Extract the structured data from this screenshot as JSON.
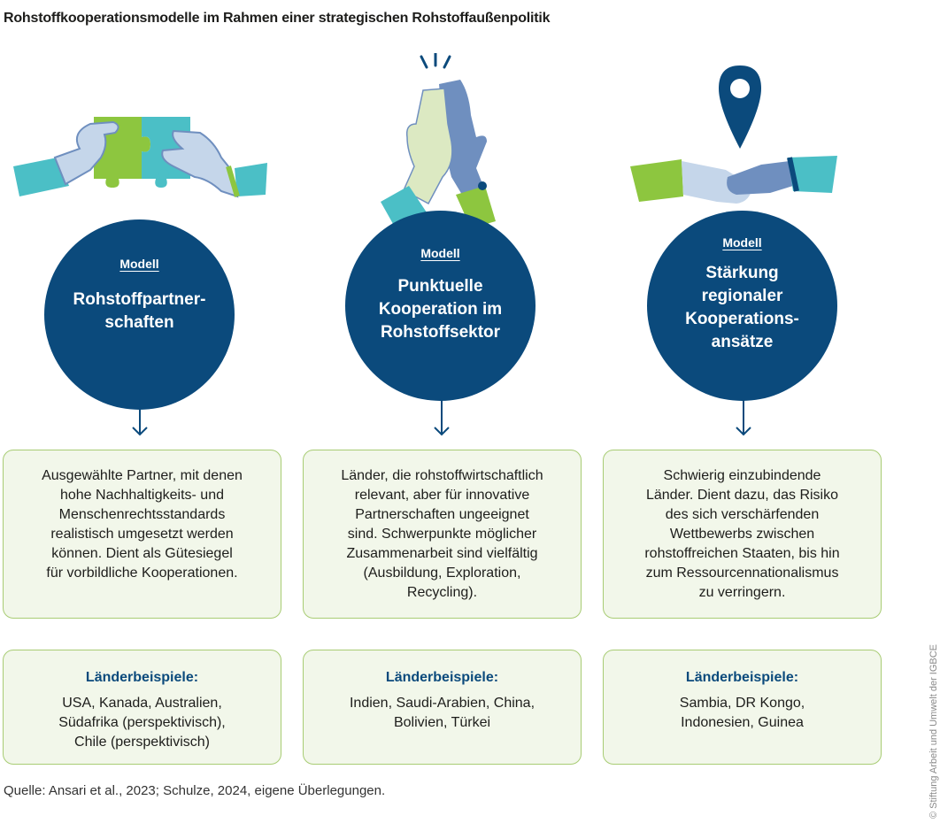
{
  "title": "Rohstoffkooperationsmodelle im Rahmen einer strategischen Rohstoffaußenpolitik",
  "models": [
    {
      "label": "Modell",
      "name_lines": [
        "Rohstoffpartner-",
        "schaften"
      ],
      "description_lines": [
        "Ausgewählte Partner, mit denen",
        "hohe Nachhaltigkeits- und",
        "Menschenrechtsstandards",
        "realistisch umgesetzt werden",
        "können. Dient als Gütesiegel",
        "für vorbildliche Kooperationen."
      ],
      "examples_title": "Länderbeispiele:",
      "examples_lines": [
        "USA, Kanada, Australien,",
        "Südafrika (perspektivisch),",
        "Chile (perspektivisch)"
      ]
    },
    {
      "label": "Modell",
      "name_lines": [
        "Punktuelle",
        "Kooperation im",
        "Rohstoffsektor"
      ],
      "description_lines": [
        "Länder, die rohstoffwirtschaftlich",
        "relevant, aber für innovative",
        "Partnerschaften ungeeignet",
        "sind. Schwerpunkte möglicher",
        "Zusammenarbeit sind vielfältig",
        "(Ausbildung, Exploration,",
        "Recycling)."
      ],
      "examples_title": "Länderbeispiele:",
      "examples_lines": [
        "Indien, Saudi-Arabien, China,",
        "Bolivien, Türkei"
      ]
    },
    {
      "label": "Modell",
      "name_lines": [
        "Stärkung",
        "regionaler",
        "Kooperations-",
        "ansätze"
      ],
      "description_lines": [
        "Schwierig einzubindende",
        "Länder. Dient dazu, das Risiko",
        "des sich verschärfenden",
        "Wettbewerbs zwischen",
        "rohstoffreichen Staaten, bis hin",
        "zum Ressourcennationalismus",
        "zu verringern."
      ],
      "examples_title": "Länderbeispiele:",
      "examples_lines": [
        "Sambia, DR Kongo,",
        "Indonesien, Guinea"
      ]
    }
  ],
  "illustrations": [
    "puzzle-hands-icon",
    "high-five-hands-icon",
    "handshake-location-pin-icon"
  ],
  "colors": {
    "navy": "#0b4a7c",
    "box_border": "#a8cc74",
    "box_fill": "#f2f7ea",
    "teal": "#4bbfc6",
    "green": "#8dc63f",
    "light_blue": "#c5d6ea",
    "mid_blue": "#6f8fbf"
  },
  "source": "Quelle: Ansari et al., 2023; Schulze, 2024, eigene Überlegungen.",
  "copyright": "© Stiftung Arbeit und Umwelt der IGBCE"
}
